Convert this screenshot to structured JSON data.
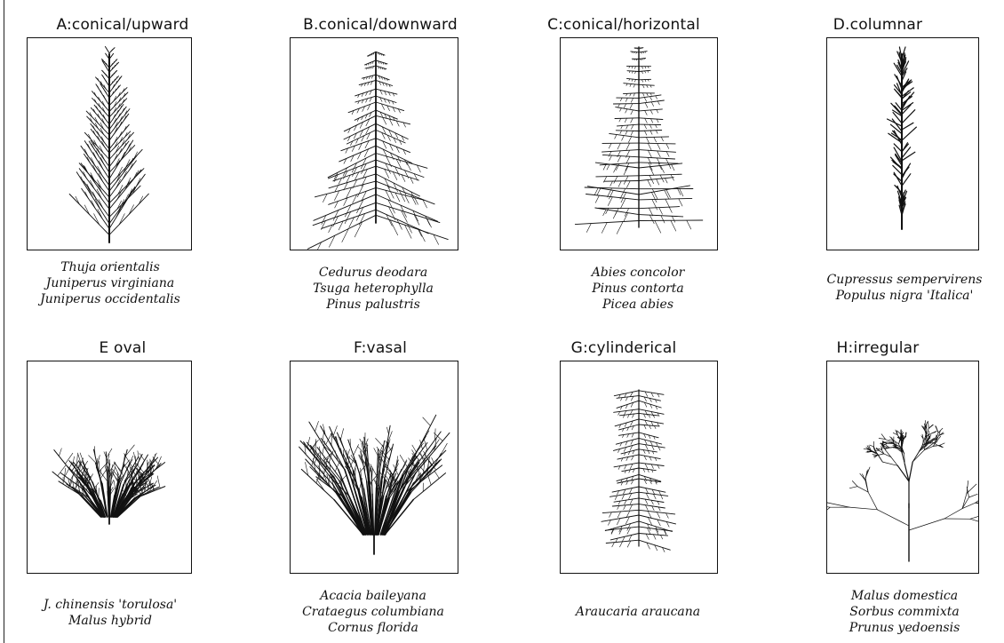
{
  "forms": [
    {
      "title": "A:conical/upward",
      "icon": "tree-conical-upward-icon",
      "species": [
        "Thuja orientalis",
        "Juniperus virginiana",
        "Juniperus occidentalis"
      ]
    },
    {
      "title": "B.conical/downward",
      "icon": "tree-conical-downward-icon",
      "species": [
        "Cedurus deodara",
        "Tsuga heterophylla",
        "Pinus palustris"
      ]
    },
    {
      "title": "C:conical/horizontal",
      "icon": "tree-conical-horizontal-icon",
      "species": [
        "Abies concolor",
        "Pinus contorta",
        "Picea abies"
      ]
    },
    {
      "title": "D.columnar",
      "icon": "tree-columnar-icon",
      "species": [
        "Cupressus sempervirens",
        "Populus nigra 'Italica'"
      ]
    },
    {
      "title": "E oval",
      "icon": "tree-oval-icon",
      "species": [
        "J. chinensis 'torulosa'",
        "Malus hybrid"
      ]
    },
    {
      "title": "F:vasal",
      "icon": "tree-vasal-icon",
      "species": [
        "Acacia baileyana",
        "Crataegus columbiana",
        "Cornus florida"
      ]
    },
    {
      "title": "G:cylinderical",
      "icon": "tree-cylindrical-icon",
      "species": [
        "Araucaria araucana"
      ]
    },
    {
      "title": "H:irregular",
      "icon": "tree-irregular-icon",
      "species": [
        "Malus domestica",
        "Sorbus commixta",
        "Prunus yedoensis"
      ]
    }
  ],
  "colors": {
    "ink": "#111111",
    "background": "#ffffff"
  }
}
